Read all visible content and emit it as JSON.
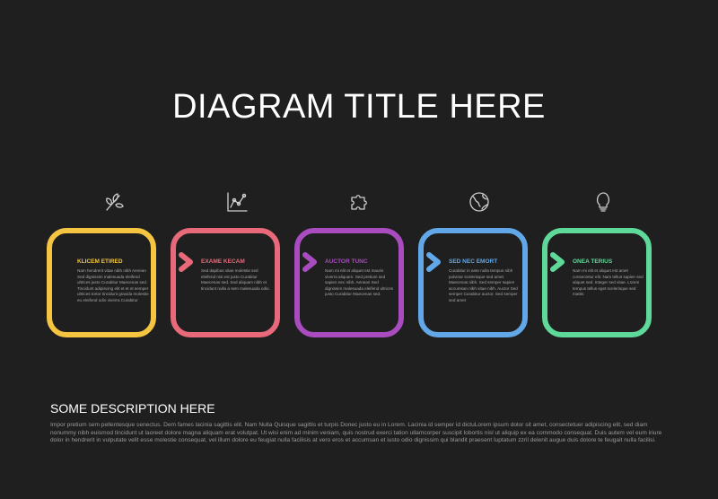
{
  "title": "DIAGRAM TITLE HERE",
  "steps": [
    {
      "title": "KLICEM ETIRED",
      "color": "#f5c542",
      "icon": "plant-icon",
      "text": "Nam hendrerit vitae nibh nibh Aenean Sed dignissim malesuada eleifend ultrices justo Curabitur Maecenas sed. Tincidunt adipiscing elit et et et semper ultrices tortor tincidunt gravida molestie eu eleifend odio viverra Curabitur"
    },
    {
      "title": "EXAME KECAM",
      "color": "#e8697a",
      "icon": "chart-icon",
      "text": "Sed dapibus vitae molestie sed eleifend nisi est justo Curabitur Maecenas sed. Sed aliquam nibh et tincidunt nulla a sem malesuada odio."
    },
    {
      "title": "AUCTOR TUNC",
      "color": "#a84cbf",
      "icon": "puzzle-icon",
      "text": "Nam mi elit et aliquet est mauris viverra aliquam. Sed pretium sed sapien nec nibh. Aenean Sed dignissim malesuada eleifend ultrices justo Curabitur Maecenas sed."
    },
    {
      "title": "SED NEC EMORT",
      "color": "#62a8e8",
      "icon": "globe-icon",
      "text": "Curabitur in ante nulla tempus nibh pulvinar scelerisque sed amet. Maecenas nibh. Sed semper sapien accumsan nibh vitae nibh. Auctor Sed semper Curabitur auctor. Sed semper sed amet"
    },
    {
      "title": "ONEA TERIUS",
      "color": "#5fd99a",
      "icon": "lightbulb-icon",
      "text": "Nam mi elit et aliquet est amet consectetur elit. Nam tellus sapien sed aliquet sed. Integer sed vitae. Lorem tempus tellus eget scelerisque sed mattis."
    }
  ],
  "description": {
    "title": "SOME DESCRIPTION HERE",
    "text": "Impor pretium sem pellentesque senectus. Dem fames lacinia sagittis elit. Nam Nulla Quisque sagittis et turpis Donec justo eu in Lorem. Lacinia id semper id dictuLorem ipsum dolor sit amet, consectetuer adipiscing elit, sed diam nonummy nibh euismod tincidunt ut laoreet dolore magna aliquam erat volutpat. Ut wisi enim ad minim veniam, quis nostrud exerci tation ullamcorper suscipit lobortis nisl ut aliquip ex ea commodo consequat. Duis autem vel eum iriure dolor in hendrerit in vulputate velit esse molestie consequat, vel illum dolore eu feugiat nulla facilisis at vero eros et accumsan et iusto odio dignissim qui blandit praesent luptatum zzril delenit augue duis dolore te feugait nulla facilisi."
  }
}
